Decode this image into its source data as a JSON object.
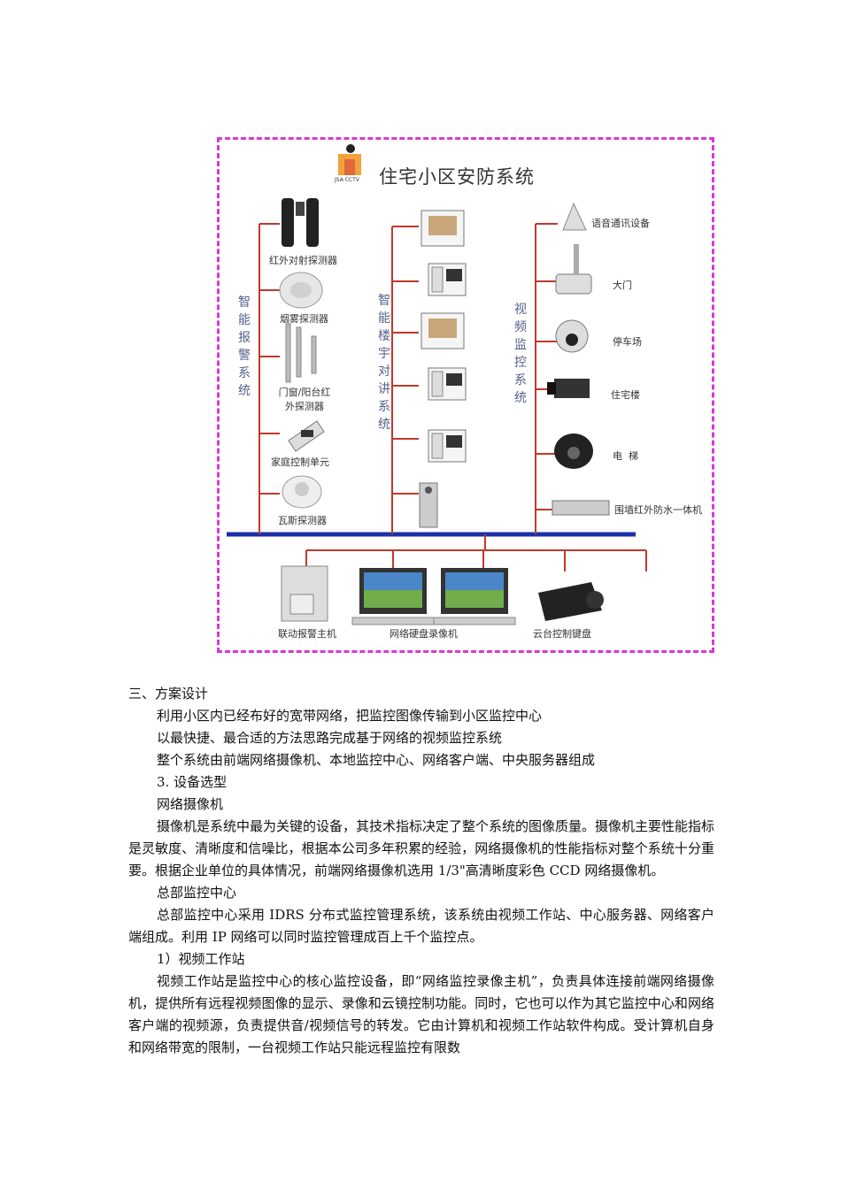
{
  "figure": {
    "title": "住宅小区安防系统",
    "logo_text": "JSA·CCTV",
    "groups": [
      {
        "title": "智能报警系统",
        "items": [
          "红外对射探测器",
          "烟雾探测器",
          "门窗/阳台红外探测器",
          "家庭控制单元",
          "瓦斯探测器"
        ]
      },
      {
        "title": "智能楼宇对讲系统",
        "items": [
          "intercom-monitor",
          "intercom-handset",
          "intercom-monitor",
          "intercom-handset",
          "intercom-handset",
          "door-station"
        ]
      },
      {
        "title": "视频监控系统",
        "items": [
          "语音通讯设备",
          "大门",
          "停车场",
          "住宅楼",
          "电  梯",
          "围墙红外防水一体机"
        ]
      }
    ],
    "bottom": [
      "联动报警主机",
      "网络硬盘录像机",
      "云台控制键盘"
    ],
    "colors": {
      "border": "#d63ad6",
      "bus": "#1c2fa8",
      "branch": "#c0392b",
      "group_label": "#55608a"
    }
  },
  "text": {
    "p1": "三、方案设计",
    "p2": "利用小区内已经布好的宽带网络，把监控图像传输到小区监控中心",
    "p3": "以最快捷、最合适的方法思路完成基于网络的视频监控系统",
    "p4": "整个系统由前端网络摄像机、本地监控中心、网络客户端、中央服务器组成",
    "p5": "3. 设备选型",
    "p6": "网络摄像机",
    "p7": "摄像机是系统中最为关键的设备，其技术指标决定了整个系统的图像质量。摄像机主要性能指标是灵敏度、清晰度和信噪比，根据本公司多年积累的经验，网络摄像机的性能指标对整个系统十分重要。根据企业单位的具体情况，前端网络摄像机选用 1/3\"高清晰度彩色 CCD 网络摄像机。",
    "p8": "总部监控中心",
    "p9": "总部监控中心采用 IDRS 分布式监控管理系统，该系统由视频工作站、中心服务器、网络客户端组成。利用 IP 网络可以同时监控管理成百上千个监控点。",
    "p10": "1）视频工作站",
    "p11": "视频工作站是监控中心的核心监控设备，即“网络监控录像主机”，负责具体连接前端网络摄像机，提供所有远程视频图像的显示、录像和云镜控制功能。同时，它也可以作为其它监控中心和网络客户端的视频源，负责提供音/视频信号的转发。它由计算机和视频工作站软件构成。受计算机自身和网络带宽的限制，一台视频工作站只能远程监控有限数"
  }
}
